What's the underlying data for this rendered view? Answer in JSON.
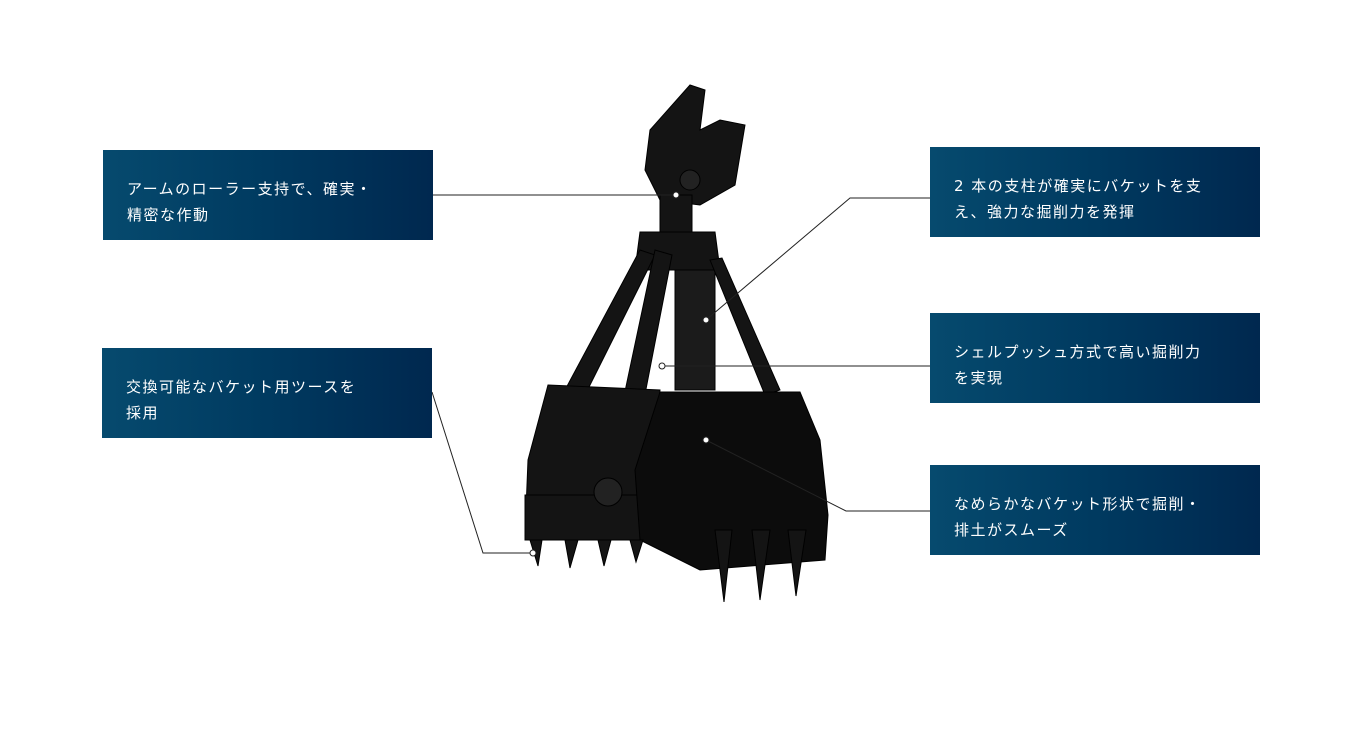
{
  "features": [
    {
      "line1": "アームのローラー支持で、確実・",
      "line2": "精密な作動"
    },
    {
      "line1": "交換可能なバケット用ツースを",
      "line2": "採用"
    },
    {
      "line1": "2 本の支柱が確実にバケットを支",
      "line2": "え、強力な掘削力を発揮"
    },
    {
      "line1": "シェルプッシュ方式で高い掘削力",
      "line2": "を実現"
    },
    {
      "line1": "なめらかなバケット形状で掘削・",
      "line2": "排土がスムーズ"
    }
  ],
  "colors": {
    "box_start": "#064a6e",
    "box_end": "#00284f",
    "machine": "#111111"
  }
}
